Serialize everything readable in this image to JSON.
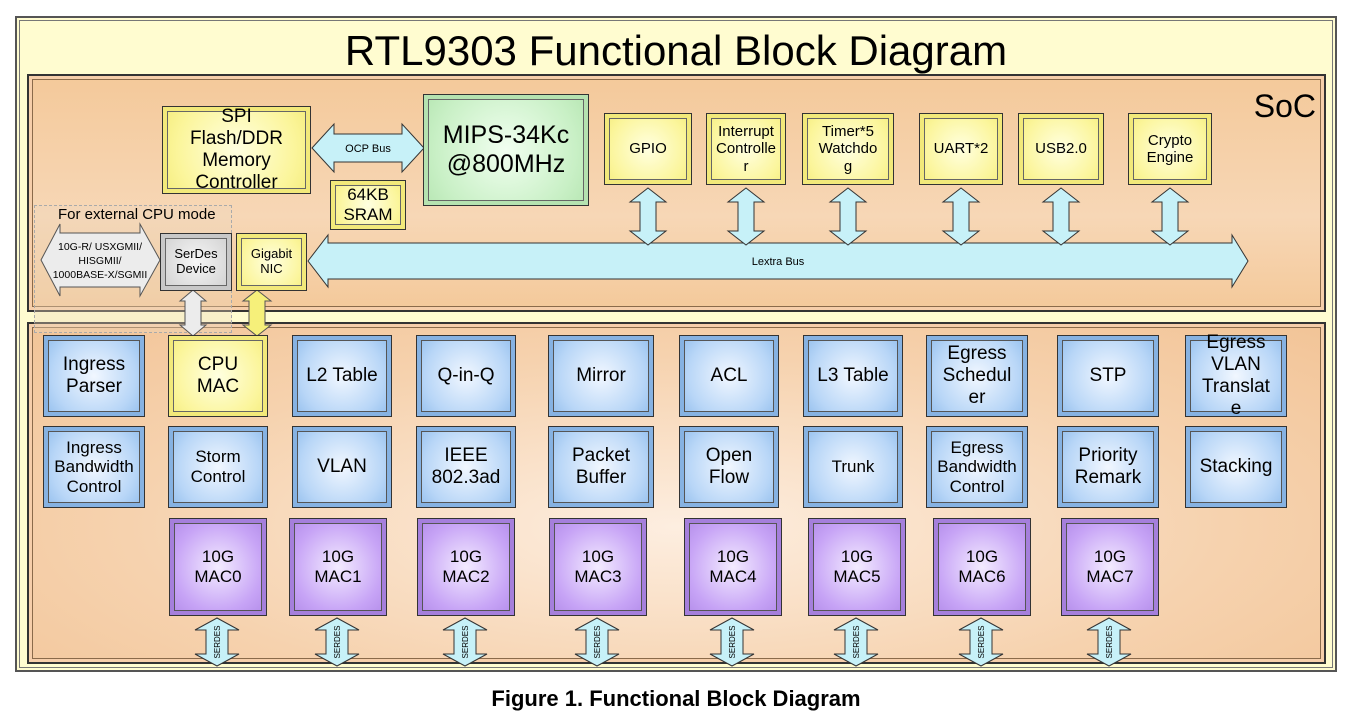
{
  "title": "RTL9303 Functional Block Diagram",
  "caption": "Figure 1.   Functional Block Diagram",
  "soc": {
    "label": "SoC",
    "memory_controller": "SPI\nFlash/DDR\nMemory\nController",
    "cpu": "MIPS-34Kc\n@800MHz",
    "sram": "64KB\nSRAM",
    "ocp_bus": "OCP Bus",
    "lextra_bus": "Lextra Bus",
    "gigabit_nic": "Gigabit\nNIC",
    "serdes_device": "SerDes\nDevice",
    "external_cpu_label": "For external CPU mode",
    "external_interfaces": "10G-R/ USXGMII/\nHISGMII/\n1000BASE-X/SGMII",
    "peripherals": [
      {
        "label": "GPIO"
      },
      {
        "label": "Interrupt\nControlle\nr"
      },
      {
        "label": "Timer*5\nWatchdo\ng"
      },
      {
        "label": "UART*2"
      },
      {
        "label": "USB2.0"
      },
      {
        "label": "Crypto\nEngine"
      }
    ]
  },
  "switch_core": {
    "row1": [
      {
        "label": "Ingress\nParser"
      },
      {
        "label": "CPU\nMAC"
      },
      {
        "label": "L2 Table"
      },
      {
        "label": "Q-in-Q"
      },
      {
        "label": "Mirror"
      },
      {
        "label": "ACL"
      },
      {
        "label": "L3 Table"
      },
      {
        "label": "Egress\nSchedul\ner"
      },
      {
        "label": "STP"
      },
      {
        "label": "Egress\nVLAN\nTranslat\ne"
      }
    ],
    "row2": [
      {
        "label": "Ingress\nBandwidth\nControl"
      },
      {
        "label": "Storm\nControl"
      },
      {
        "label": "VLAN"
      },
      {
        "label": "IEEE\n802.3ad"
      },
      {
        "label": "Packet\nBuffer"
      },
      {
        "label": "Open\nFlow"
      },
      {
        "label": "Trunk"
      },
      {
        "label": "Egress\nBandwidth\nControl"
      },
      {
        "label": "Priority\nRemark"
      },
      {
        "label": "Stacking"
      }
    ],
    "macs": [
      {
        "label": "10G\nMAC0"
      },
      {
        "label": "10G\nMAC1"
      },
      {
        "label": "10G\nMAC2"
      },
      {
        "label": "10G\nMAC3"
      },
      {
        "label": "10G\nMAC4"
      },
      {
        "label": "10G\nMAC5"
      },
      {
        "label": "10G\nMAC6"
      },
      {
        "label": "10G\nMAC7"
      }
    ],
    "serdes_label": "SERDES"
  },
  "colors": {
    "frame": "#fffcd0",
    "soc_bg": "#f4c99a",
    "yellow_block": "#fbf59a",
    "green_block": "#c9f0c6",
    "blue_block": "#b8d6f7",
    "purple_block": "#c7a4f6",
    "bus_arrow": "#c7f1f8",
    "gray_arrow": "#e6e6e6",
    "yellow_arrow": "#f6f07a"
  }
}
